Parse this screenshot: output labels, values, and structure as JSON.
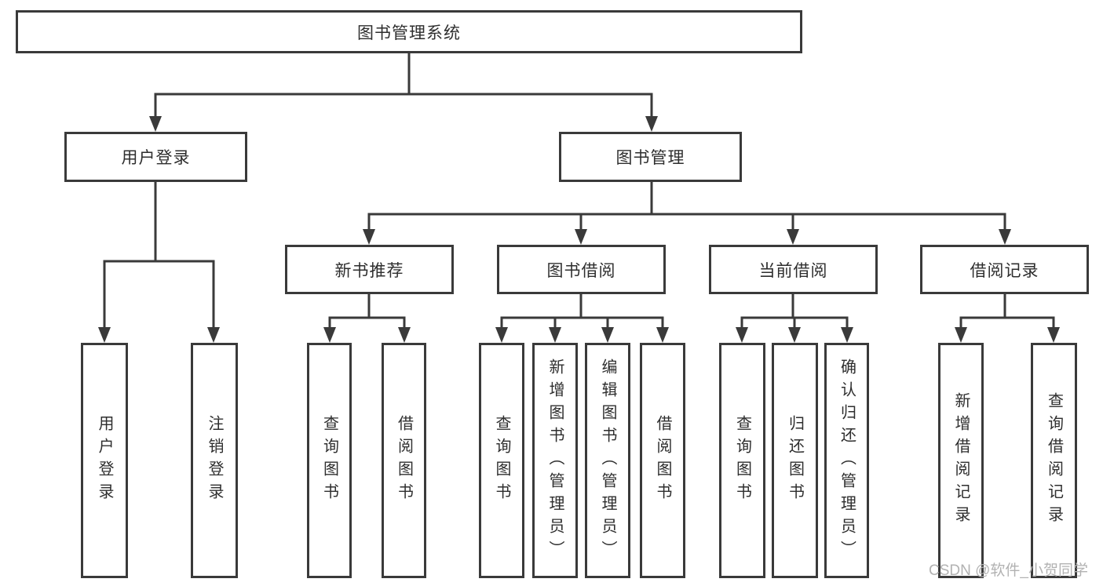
{
  "diagram": {
    "root": {
      "label": "图书管理系统"
    },
    "level2": [
      {
        "label": "用户登录"
      },
      {
        "label": "图书管理"
      }
    ],
    "level3": [
      {
        "label": "新书推荐"
      },
      {
        "label": "图书借阅"
      },
      {
        "label": "当前借阅"
      },
      {
        "label": "借阅记录"
      }
    ],
    "leaves": [
      {
        "parent": "用户登录",
        "label": "用户登录"
      },
      {
        "parent": "用户登录",
        "label": "注销登录"
      },
      {
        "parent": "新书推荐",
        "label": "查询图书"
      },
      {
        "parent": "新书推荐",
        "label": "借阅图书"
      },
      {
        "parent": "图书借阅",
        "label": "查询图书"
      },
      {
        "parent": "图书借阅",
        "label": "新增图书（管理员）"
      },
      {
        "parent": "图书借阅",
        "label": "编辑图书（管理员）"
      },
      {
        "parent": "图书借阅",
        "label": "借阅图书"
      },
      {
        "parent": "当前借阅",
        "label": "查询图书"
      },
      {
        "parent": "当前借阅",
        "label": "归还图书"
      },
      {
        "parent": "当前借阅",
        "label": "确认归还（管理员）"
      },
      {
        "parent": "借阅记录",
        "label": "新增借阅记录"
      },
      {
        "parent": "借阅记录",
        "label": "查询借阅记录"
      }
    ]
  },
  "watermark": {
    "text": "CSDN @软件_小贺同学"
  },
  "colors": {
    "line": "#3a3a3a",
    "box_border": "#3a3a3a",
    "box_fill": "#ffffff",
    "text": "#2e2e2e",
    "watermark": "#b2b2b2",
    "background": "#ffffff"
  }
}
